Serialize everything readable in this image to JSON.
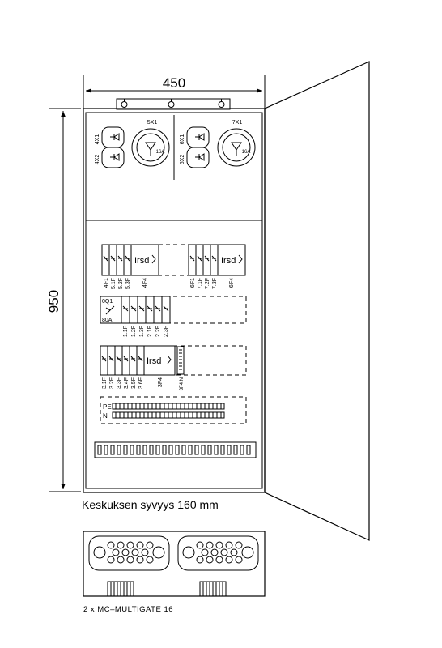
{
  "dimensions": {
    "width": "450",
    "height": "950"
  },
  "socket_labels": {
    "s5x1": "5X1",
    "s7x1": "7X1",
    "s4x1": "4X1",
    "s4x2": "4X2",
    "s6x1": "6X1",
    "s6x2": "6X2",
    "rating": "16A"
  },
  "row1": {
    "rcd_label": "Irsd",
    "left_group": [
      "4F1",
      "5.1F",
      "5.2F",
      "5.3F"
    ],
    "left_rcd": "4F4",
    "right_group": [
      "6F1",
      "7.1F",
      "7.2F",
      "7.3F"
    ],
    "right_rcd": "6F4"
  },
  "row2": {
    "main_switch_line1": "0Q1",
    "main_switch_line2": "80A",
    "breakers": [
      "1.1F",
      "1.2F",
      "1.3F",
      "2.1F",
      "2.2F",
      "2.3F"
    ]
  },
  "row3": {
    "rcd_label": "Irsd",
    "breakers": [
      "3.1F",
      "3.2F",
      "3.3F",
      "3.4F",
      "3.5F",
      "3.6F"
    ],
    "rcd": "3F4",
    "terminal": "3F4.N"
  },
  "busbars": {
    "pe": "PE",
    "n": "N"
  },
  "caption_depth": "Keskuksen syvyys 160 mm",
  "caption_gland": "2 x MC–MULTIGATE 16"
}
